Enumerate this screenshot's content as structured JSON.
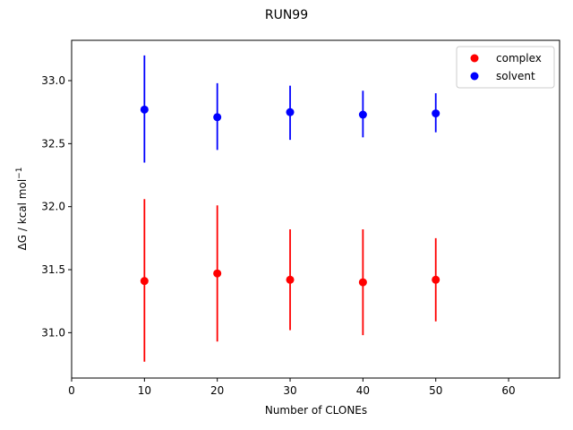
{
  "chart_data": {
    "type": "scatter",
    "title": "RUN99",
    "xlabel": "Number of CLONEs",
    "ylabel_main": "ΔG / kcal mol",
    "ylabel_sup": "−1",
    "xlim": [
      0,
      67
    ],
    "ylim": [
      30.64,
      33.32
    ],
    "xticks": [
      0,
      10,
      20,
      30,
      40,
      50,
      60
    ],
    "xtick_labels": [
      "0",
      "10",
      "20",
      "30",
      "40",
      "50",
      "60"
    ],
    "yticks": [
      31.0,
      31.5,
      32.0,
      32.5,
      33.0
    ],
    "ytick_labels": [
      "31.0",
      "31.5",
      "32.0",
      "32.5",
      "33.0"
    ],
    "grid": false,
    "legend_position": "top-right",
    "series": [
      {
        "name": "complex",
        "color": "#ff0000",
        "x": [
          10,
          20,
          30,
          40,
          50
        ],
        "y": [
          31.41,
          31.47,
          31.42,
          31.4,
          31.42
        ],
        "err_low": [
          30.77,
          30.93,
          31.02,
          30.98,
          31.09
        ],
        "err_high": [
          32.06,
          32.01,
          31.82,
          31.82,
          31.75
        ]
      },
      {
        "name": "solvent",
        "color": "#0000ff",
        "x": [
          10,
          20,
          30,
          40,
          50
        ],
        "y": [
          32.77,
          32.71,
          32.75,
          32.73,
          32.74
        ],
        "err_low": [
          32.35,
          32.45,
          32.53,
          32.55,
          32.59
        ],
        "err_high": [
          33.2,
          32.98,
          32.96,
          32.92,
          32.9
        ]
      }
    ]
  }
}
